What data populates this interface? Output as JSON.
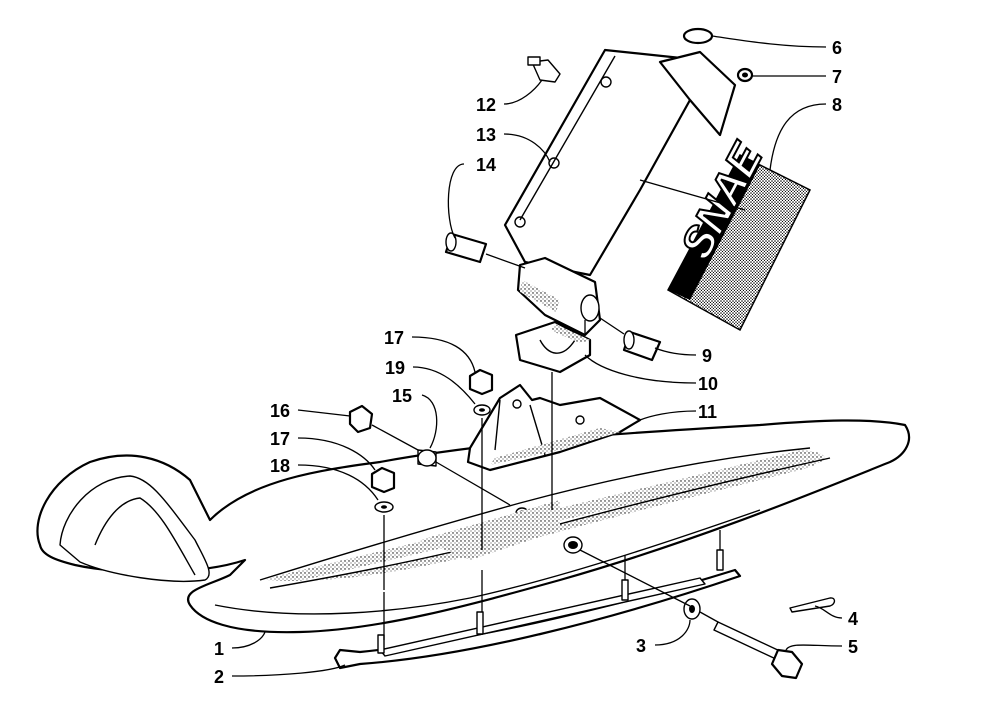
{
  "diagram": {
    "callouts": {
      "c1": "1",
      "c2": "2",
      "c3": "3",
      "c4": "4",
      "c5": "5",
      "c6": "6",
      "c7": "7",
      "c8": "8",
      "c9": "9",
      "c10": "10",
      "c11": "11",
      "c12": "12",
      "c13": "13",
      "c14": "14",
      "c15": "15",
      "c16": "16",
      "c17a": "17",
      "c17b": "17",
      "c18": "18",
      "c19": "19"
    },
    "decal_logo": "SNAE"
  }
}
